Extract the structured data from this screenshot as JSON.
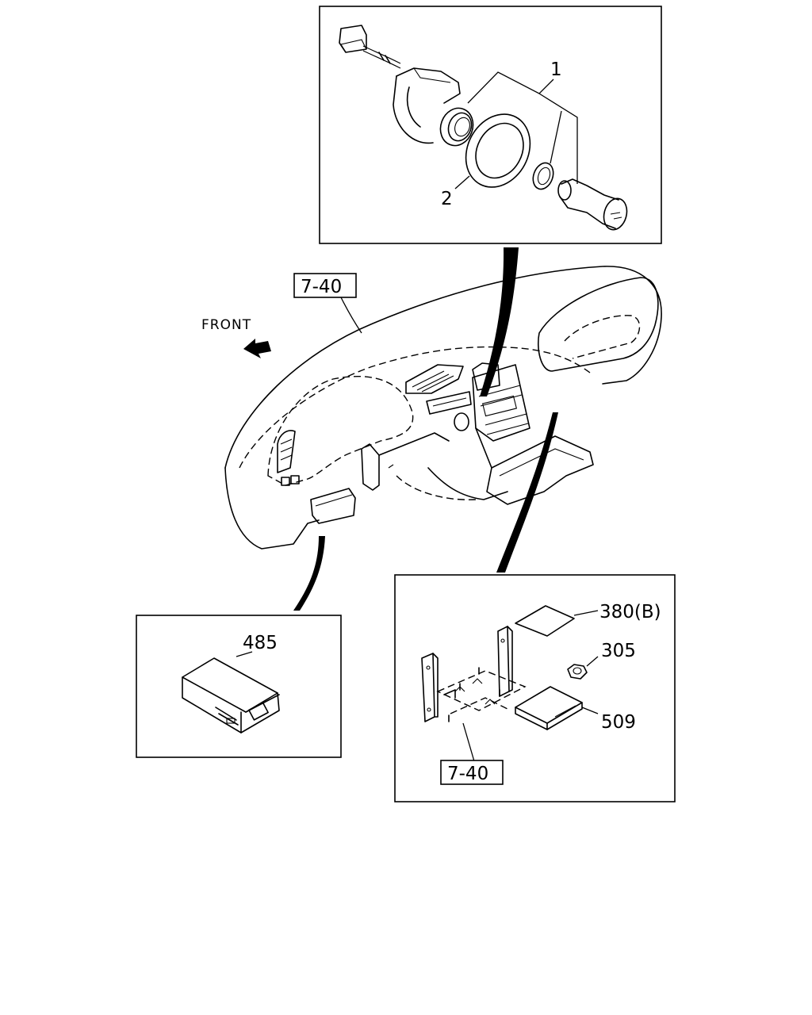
{
  "diagram": {
    "labels": {
      "front": "FRONT",
      "ref_top": "7-40",
      "ref_bottom": "7-40",
      "p1": "1",
      "p2": "2",
      "p485": "485",
      "p380": "380(B)",
      "p305": "305",
      "p509": "509"
    },
    "icons": [
      "front-arrow-icon"
    ]
  }
}
